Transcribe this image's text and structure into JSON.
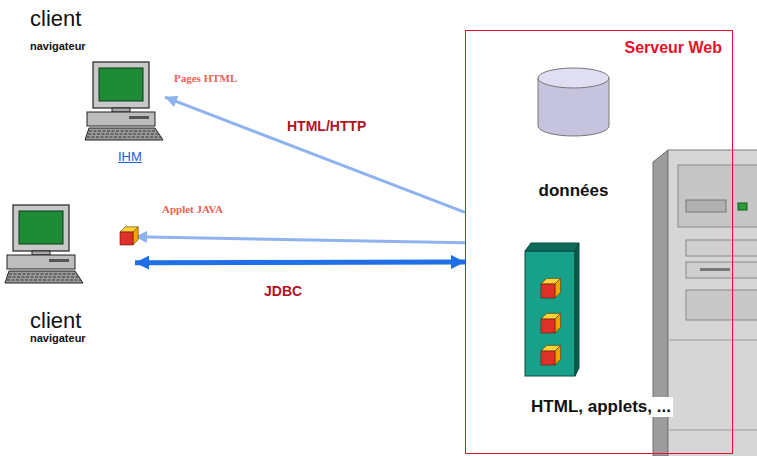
{
  "diagram": {
    "nodes": [
      {
        "text": [
          "Serveur Web"
        ]
      },
      {
        "text": [
          "données"
        ],
        "in": 0
      },
      {
        "text": [
          "HTML, applets, ..."
        ],
        "in": 0
      },
      {
        "text": [
          "client",
          "navigateur",
          "IHM"
        ]
      },
      {
        "text": [
          "client",
          "navigateur"
        ]
      }
    ],
    "edges": [
      {
        "from": 0,
        "to": 3,
        "arrow": "to",
        "label": "HTML/HTTP"
      },
      {
        "from": 0,
        "to": 4,
        "arrow": "to",
        "label": "Applet JAVA"
      },
      {
        "from": 0,
        "to": 4,
        "arrow": "both",
        "label": "JDBC"
      }
    ],
    "labels": [
      "Pages HTML"
    ]
  }
}
